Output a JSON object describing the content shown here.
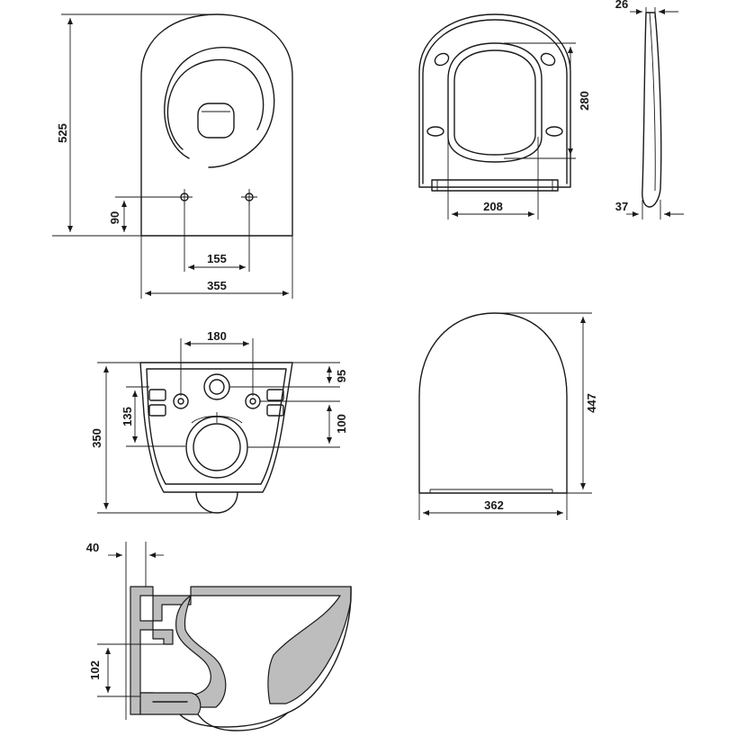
{
  "top_view": {
    "dim_overall_length": "525",
    "dim_fixing_height": "90",
    "dim_fixing_spacing": "155",
    "dim_overall_width": "355"
  },
  "seat_bottom_view": {
    "dim_hinge_length": "280",
    "dim_hinge_width": "208"
  },
  "seat_side_view": {
    "dim_top_thickness": "26",
    "dim_base_thickness": "37"
  },
  "back_view": {
    "dim_inlet_spacing": "180",
    "dim_inlet_height": "95",
    "dim_bolt_height": "135",
    "dim_outlet_height": "100",
    "dim_overall_height": "350"
  },
  "seat_top_view": {
    "dim_length": "447",
    "dim_width": "362"
  },
  "section_view": {
    "dim_wall_offset": "40",
    "dim_outlet_height": "102"
  }
}
